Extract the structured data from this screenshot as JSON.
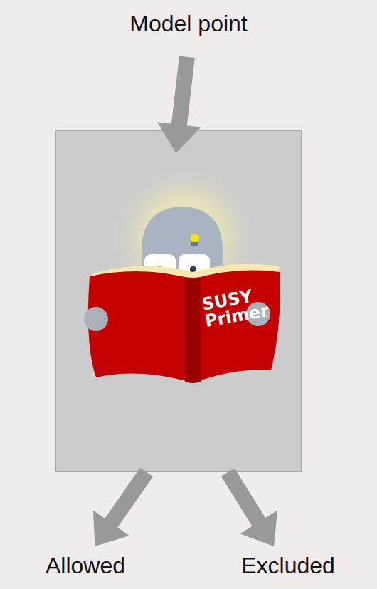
{
  "diagram": {
    "nodes": [
      {
        "text": [
          "Model point"
        ]
      },
      {
        "text": [
          "SUSY Primer"
        ]
      },
      {
        "text": [
          "Allowed"
        ]
      },
      {
        "text": [
          "Excluded"
        ]
      }
    ],
    "edges": [
      {
        "from": 0,
        "to": 1,
        "arrow": "to"
      },
      {
        "from": 1,
        "to": 2,
        "arrow": "to"
      },
      {
        "from": 1,
        "to": 3,
        "arrow": "to"
      }
    ]
  }
}
